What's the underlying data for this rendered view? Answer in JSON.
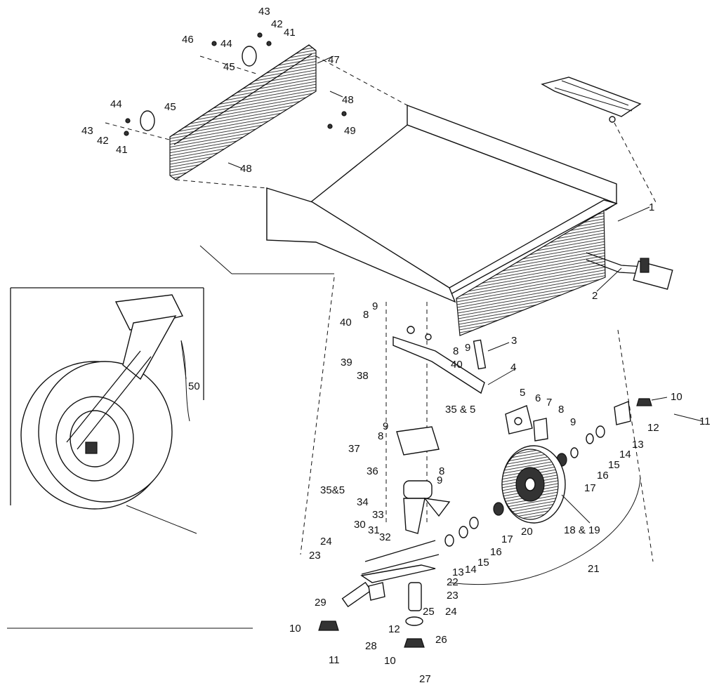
{
  "diagram": {
    "callouts": [
      {
        "id": "c1",
        "text": "1"
      },
      {
        "id": "c2",
        "text": "2"
      },
      {
        "id": "c3",
        "text": "3"
      },
      {
        "id": "c4",
        "text": "4"
      },
      {
        "id": "c5",
        "text": "5"
      },
      {
        "id": "c6",
        "text": "6"
      },
      {
        "id": "c7",
        "text": "7"
      },
      {
        "id": "c8a",
        "text": "8"
      },
      {
        "id": "c8b",
        "text": "8"
      },
      {
        "id": "c8c",
        "text": "8"
      },
      {
        "id": "c8d",
        "text": "8"
      },
      {
        "id": "c8e",
        "text": "8"
      },
      {
        "id": "c9a",
        "text": "9"
      },
      {
        "id": "c9b",
        "text": "9"
      },
      {
        "id": "c9c",
        "text": "9"
      },
      {
        "id": "c9d",
        "text": "9"
      },
      {
        "id": "c9e",
        "text": "9"
      },
      {
        "id": "c10a",
        "text": "10"
      },
      {
        "id": "c10b",
        "text": "10"
      },
      {
        "id": "c10c",
        "text": "10"
      },
      {
        "id": "c11a",
        "text": "11"
      },
      {
        "id": "c11b",
        "text": "11"
      },
      {
        "id": "c12a",
        "text": "12"
      },
      {
        "id": "c12b",
        "text": "12"
      },
      {
        "id": "c13a",
        "text": "13"
      },
      {
        "id": "c13b",
        "text": "13"
      },
      {
        "id": "c14a",
        "text": "14"
      },
      {
        "id": "c14b",
        "text": "14"
      },
      {
        "id": "c15a",
        "text": "15"
      },
      {
        "id": "c15b",
        "text": "15"
      },
      {
        "id": "c16a",
        "text": "16"
      },
      {
        "id": "c16b",
        "text": "16"
      },
      {
        "id": "c17a",
        "text": "17"
      },
      {
        "id": "c17b",
        "text": "17"
      },
      {
        "id": "c18",
        "text": "18 & 19"
      },
      {
        "id": "c20",
        "text": "20"
      },
      {
        "id": "c21",
        "text": "21"
      },
      {
        "id": "c22",
        "text": "22"
      },
      {
        "id": "c23a",
        "text": "23"
      },
      {
        "id": "c23b",
        "text": "23"
      },
      {
        "id": "c24a",
        "text": "24"
      },
      {
        "id": "c24b",
        "text": "24"
      },
      {
        "id": "c25",
        "text": "25"
      },
      {
        "id": "c26",
        "text": "26"
      },
      {
        "id": "c27",
        "text": "27"
      },
      {
        "id": "c28",
        "text": "28"
      },
      {
        "id": "c29",
        "text": "29"
      },
      {
        "id": "c30",
        "text": "30"
      },
      {
        "id": "c31",
        "text": "31"
      },
      {
        "id": "c32",
        "text": "32"
      },
      {
        "id": "c33",
        "text": "33"
      },
      {
        "id": "c34",
        "text": "34"
      },
      {
        "id": "c35a",
        "text": "35 & 5"
      },
      {
        "id": "c35b",
        "text": "35&5"
      },
      {
        "id": "c36",
        "text": "36"
      },
      {
        "id": "c37",
        "text": "37"
      },
      {
        "id": "c38",
        "text": "38"
      },
      {
        "id": "c39",
        "text": "39"
      },
      {
        "id": "c40a",
        "text": "40"
      },
      {
        "id": "c40b",
        "text": "40"
      },
      {
        "id": "c41a",
        "text": "41"
      },
      {
        "id": "c41b",
        "text": "41"
      },
      {
        "id": "c42a",
        "text": "42"
      },
      {
        "id": "c42b",
        "text": "42"
      },
      {
        "id": "c43a",
        "text": "43"
      },
      {
        "id": "c43b",
        "text": "43"
      },
      {
        "id": "c44a",
        "text": "44"
      },
      {
        "id": "c44b",
        "text": "44"
      },
      {
        "id": "c45a",
        "text": "45"
      },
      {
        "id": "c45b",
        "text": "45"
      },
      {
        "id": "c46",
        "text": "46"
      },
      {
        "id": "c47",
        "text": "47"
      },
      {
        "id": "c48a",
        "text": "48"
      },
      {
        "id": "c48b",
        "text": "48"
      },
      {
        "id": "c49",
        "text": "49"
      },
      {
        "id": "c50",
        "text": "50"
      }
    ]
  }
}
